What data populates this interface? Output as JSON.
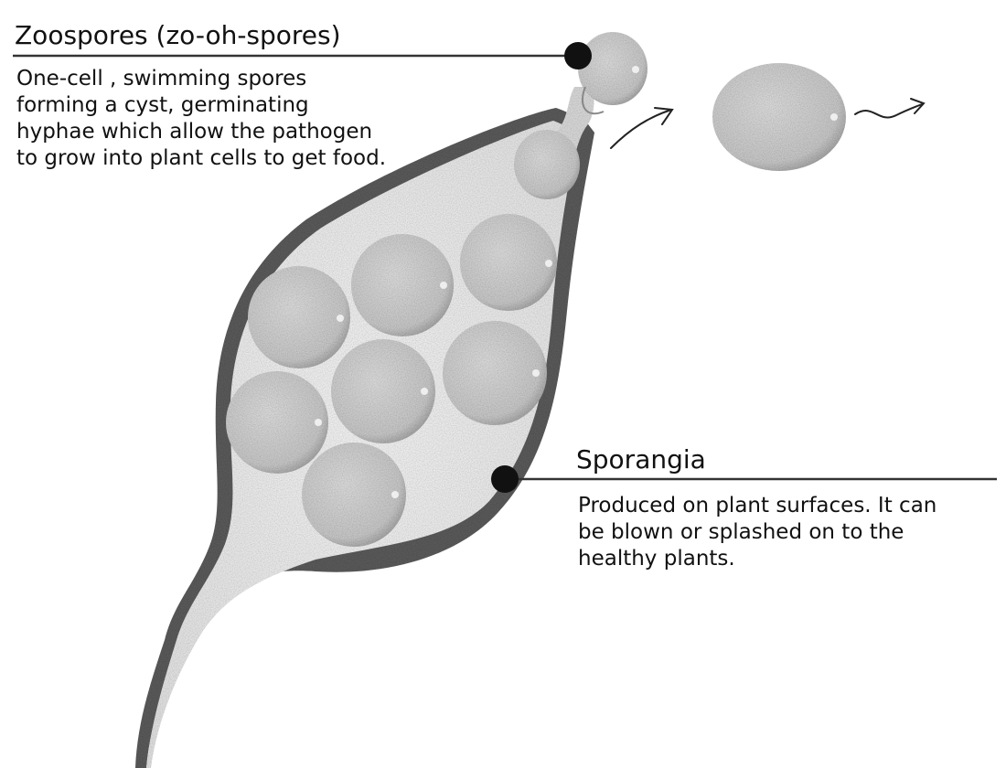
{
  "labels": {
    "zoospores": {
      "title": "Zoospores (zo-oh-spores)",
      "description": [
        "One-cell , swimming spores",
        "forming a cyst, germinating",
        "hyphae which allow the pathogen",
        "to grow into plant cells to get food."
      ]
    },
    "sporangia": {
      "title": "Sporangia",
      "description": [
        "Produced on plant surfaces. It can",
        "be blown or splashed on to the",
        "healthy plants."
      ]
    }
  },
  "colors": {
    "ink": "#111111",
    "wall": "#5a5a5a",
    "cytoplasm": "#e9e9e9",
    "spore": "#cfcfcf",
    "leader": "#333333"
  }
}
